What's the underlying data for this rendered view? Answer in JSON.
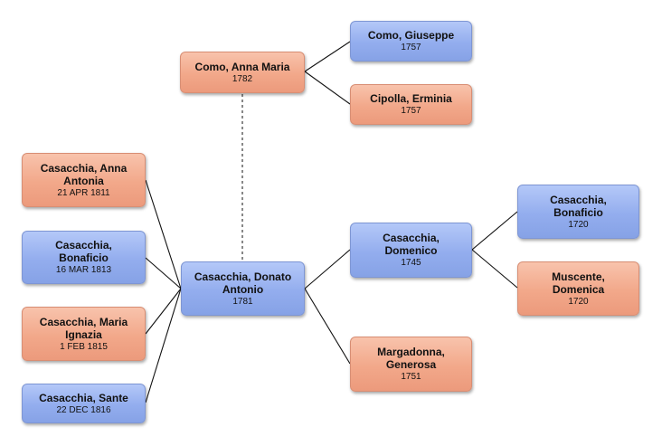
{
  "people": {
    "como_anna_maria": {
      "name": "Como, Anna Maria",
      "date": "1782",
      "gender": "female"
    },
    "como_giuseppe": {
      "name": "Como, Giuseppe",
      "date": "1757",
      "gender": "male"
    },
    "cipolla_erminia": {
      "name": "Cipolla, Erminia",
      "date": "1757",
      "gender": "female"
    },
    "casacchia_anna_antonia": {
      "name": "Casacchia, Anna Antonia",
      "date": "21 APR 1811",
      "gender": "female"
    },
    "casacchia_bonaficio_child": {
      "name": "Casacchia, Bonaficio",
      "date": "16 MAR 1813",
      "gender": "male"
    },
    "casacchia_maria_ignazia": {
      "name": "Casacchia, Maria Ignazia",
      "date": "1 FEB 1815",
      "gender": "female"
    },
    "casacchia_sante": {
      "name": "Casacchia, Sante",
      "date": "22 DEC 1816",
      "gender": "male"
    },
    "casacchia_donato_antonio": {
      "name": "Casacchia, Donato Antonio",
      "date": "1781",
      "gender": "male"
    },
    "casacchia_domenico": {
      "name": "Casacchia, Domenico",
      "date": "1745",
      "gender": "male"
    },
    "margadonna_generosa": {
      "name": "Margadonna, Generosa",
      "date": "1751",
      "gender": "female"
    },
    "casacchia_bonaficio_elder": {
      "name": "Casacchia, Bonaficio",
      "date": "1720",
      "gender": "male"
    },
    "muscente_domenica": {
      "name": "Muscente, Domenica",
      "date": "1720",
      "gender": "female"
    }
  },
  "colors": {
    "male": "#93adee",
    "female": "#f2a88a",
    "line": "#111111"
  }
}
